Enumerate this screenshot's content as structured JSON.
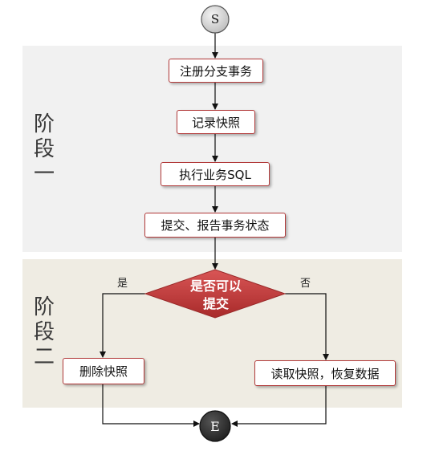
{
  "phases": {
    "phase1": [
      "阶",
      "段",
      "一"
    ],
    "phase2": [
      "阶",
      "段",
      "二"
    ]
  },
  "nodes": {
    "start": "S",
    "register_branch_tx": "注册分支事务",
    "record_snapshot": "记录快照",
    "execute_sql": "执行业务SQL",
    "submit_report": "提交、报告事务状态",
    "decision_line1": "是否可以",
    "decision_line2": "提交",
    "delete_snapshot": "删除快照",
    "restore_data": "读取快照，恢复数据",
    "end": "E"
  },
  "branches": {
    "yes": "是",
    "no": "否"
  },
  "colors": {
    "box_border": "#b23a3a",
    "diamond_fill": "#c0393a",
    "phase1_bg": "#f1f1f1",
    "phase2_bg": "#efece3",
    "start_fill": "#d6d6d6",
    "end_fill": "#2f2f2f"
  }
}
